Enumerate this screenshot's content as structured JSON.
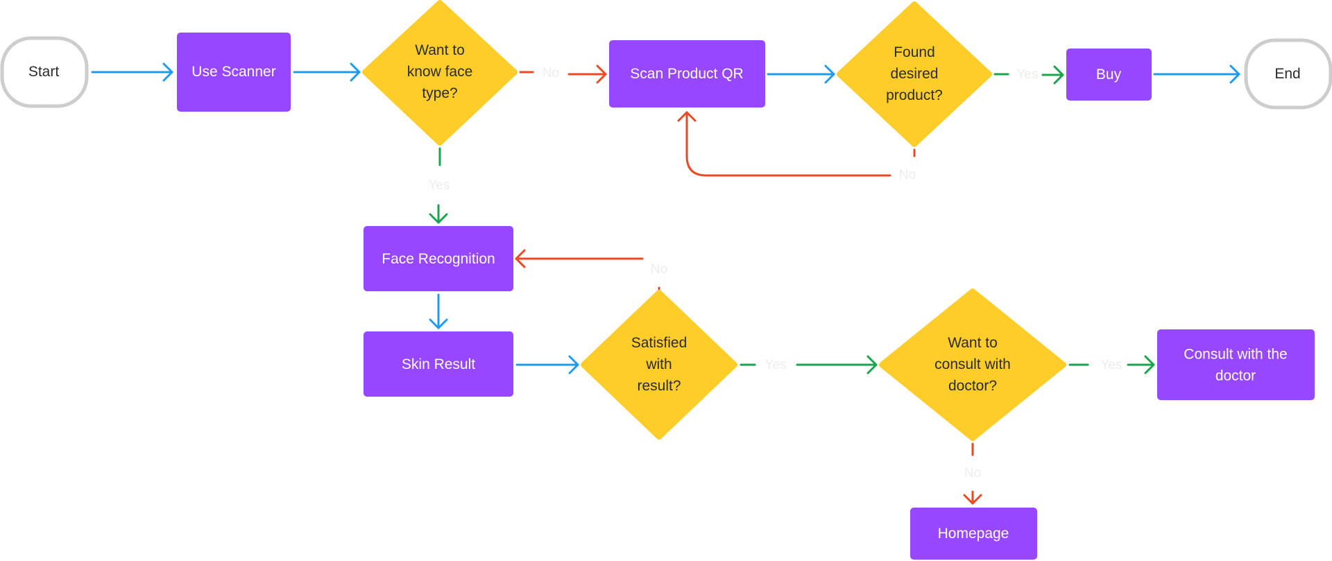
{
  "colors": {
    "process": "#9747FF",
    "decision": "#FFCD29",
    "terminal_stroke": "#CDCDCD",
    "flow": "#1E9BF0",
    "yes": "#17A54B",
    "no": "#EE4824",
    "label_on_process": "#FFFFFF",
    "label_on_decision": "#2B2B2B",
    "edge_label": "#EDEDED"
  },
  "nodes": {
    "start": {
      "lines": [
        "Start"
      ]
    },
    "use_scanner": {
      "lines": [
        "Use Scanner"
      ]
    },
    "face_type": {
      "lines": [
        "Want to",
        "know face",
        "type?"
      ]
    },
    "scan_qr": {
      "lines": [
        "Scan Product QR"
      ]
    },
    "found_product": {
      "lines": [
        "Found",
        "desired",
        "product?"
      ]
    },
    "buy": {
      "lines": [
        "Buy"
      ]
    },
    "end": {
      "lines": [
        "End"
      ]
    },
    "face_recognition": {
      "lines": [
        "Face Recognition"
      ]
    },
    "skin_result": {
      "lines": [
        "Skin Result"
      ]
    },
    "satisfied": {
      "lines": [
        "Satisfied",
        "with",
        "result?"
      ]
    },
    "consult_question": {
      "lines": [
        "Want to",
        "consult with",
        "doctor?"
      ]
    },
    "consult_doctor": {
      "lines": [
        "Consult with the",
        "doctor"
      ]
    },
    "homepage": {
      "lines": [
        "Homepage"
      ]
    }
  },
  "edge_labels": {
    "face_type_no": "No",
    "face_type_yes": "Yes",
    "found_yes": "Yes",
    "found_no": "No",
    "satisfied_no": "No",
    "satisfied_yes": "Yes",
    "consult_yes": "Yes",
    "consult_no": "No"
  }
}
